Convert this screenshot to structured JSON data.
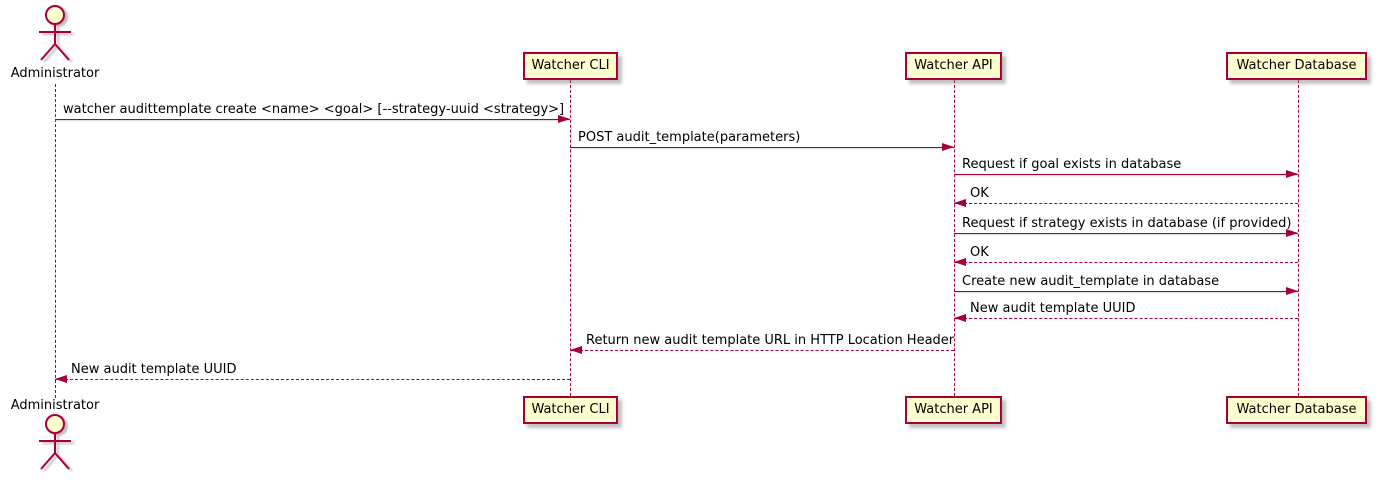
{
  "diagram": {
    "type": "sequence-diagram",
    "background": "#FFFFFF"
  },
  "colors": {
    "participant_fill": "#FEFECE",
    "stroke": "#A80036",
    "text": "#000000"
  },
  "participants": [
    {
      "name": "Administrator",
      "kind": "actor"
    },
    {
      "name": "Watcher CLI",
      "kind": "box"
    },
    {
      "name": "Watcher API",
      "kind": "box"
    },
    {
      "name": "Watcher Database",
      "kind": "box"
    }
  ],
  "messages": [
    {
      "from": "Administrator",
      "to": "Watcher CLI",
      "style": "solid",
      "direction": "right",
      "text": "watcher audittemplate create <name> <goal> [--strategy-uuid <strategy>]"
    },
    {
      "from": "Watcher CLI",
      "to": "Watcher API",
      "style": "solid",
      "direction": "right",
      "text": "POST audit_template(parameters)"
    },
    {
      "from": "Watcher API",
      "to": "Watcher Database",
      "style": "solid",
      "direction": "right",
      "text": "Request if goal exists in database"
    },
    {
      "from": "Watcher Database",
      "to": "Watcher API",
      "style": "dotted",
      "direction": "left",
      "text": "OK"
    },
    {
      "from": "Watcher API",
      "to": "Watcher Database",
      "style": "solid",
      "direction": "right",
      "text": "Request if strategy exists in database (if provided)"
    },
    {
      "from": "Watcher Database",
      "to": "Watcher API",
      "style": "dotted",
      "direction": "left",
      "text": "OK"
    },
    {
      "from": "Watcher API",
      "to": "Watcher Database",
      "style": "solid",
      "direction": "right",
      "text": "Create new audit_template in database"
    },
    {
      "from": "Watcher Database",
      "to": "Watcher API",
      "style": "dotted",
      "direction": "left",
      "text": "New audit template UUID"
    },
    {
      "from": "Watcher API",
      "to": "Watcher CLI",
      "style": "dotted",
      "direction": "left",
      "text": "Return new audit template URL in HTTP Location Header"
    },
    {
      "from": "Watcher CLI",
      "to": "Administrator",
      "style": "dotted",
      "direction": "left",
      "text": "New audit template UUID"
    }
  ]
}
